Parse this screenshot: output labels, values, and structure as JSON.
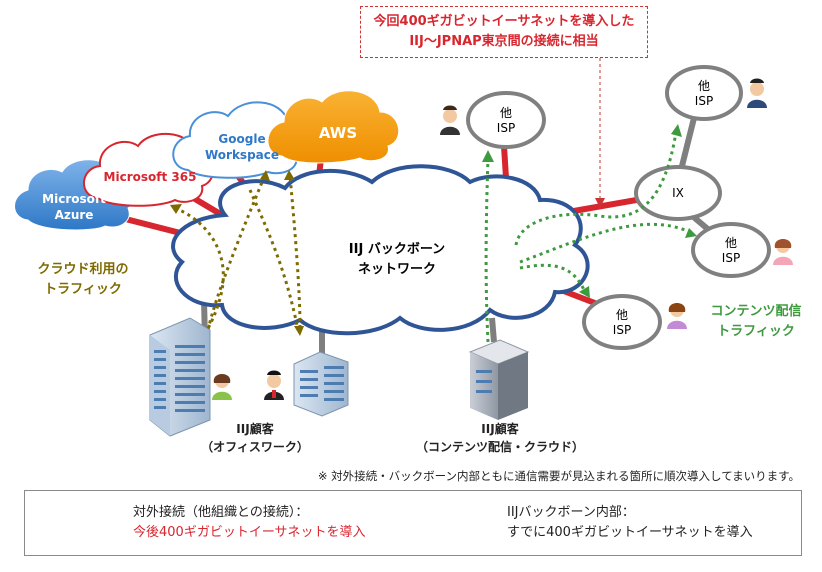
{
  "callout": {
    "line1": "今回400ギガビットイーサネットを導入した",
    "line2": "IIJ～JPNAP東京間の接続に相当"
  },
  "backbone": {
    "line1": "IIJ バックボーン",
    "line2": "ネットワーク"
  },
  "clouds": {
    "azure": {
      "line1": "Microsoft",
      "line2": "Azure"
    },
    "m365": "Microsoft 365",
    "google": {
      "line1": "Google",
      "line2": "Workspace"
    },
    "aws": "AWS"
  },
  "isp": {
    "top_center": {
      "line1": "他",
      "line2": "ISP"
    },
    "top_right": {
      "line1": "他",
      "line2": "ISP"
    },
    "mid_right": {
      "line1": "他",
      "line2": "ISP"
    },
    "lower": {
      "line1": "他",
      "line2": "ISP"
    }
  },
  "ix_label": "IX",
  "cloud_traffic": {
    "line1": "クラウド利用の",
    "line2": "トラフィック"
  },
  "content_traffic": {
    "line1": "コンテンツ配信",
    "line2": "トラフィック"
  },
  "customer_office": {
    "line1": "IIJ顧客",
    "line2": "（オフィスワーク）"
  },
  "customer_content": {
    "line1": "IIJ顧客",
    "line2": "（コンテンツ配信・クラウド）"
  },
  "footnote": "※ 対外接続・バックボーン内部ともに通信需要が見込まれる箇所に順次導入してまいります。",
  "legend": {
    "external_title": "対外接続（他組織との接続）：",
    "external_desc": "今後400ギガビットイーサネットを導入",
    "internal_title": "IIJバックボーン内部：",
    "internal_desc": "すでに400ギガビットイーサネットを導入"
  },
  "colors": {
    "red_link": "#d8262f",
    "gray_link": "#7f7f7f",
    "backbone_stroke": "#2f5597",
    "olive_traffic": "#7f6a00",
    "green_traffic": "#3e9a3e",
    "aws_orange": "#f39c12",
    "azure_blue": "#4a90d9"
  }
}
